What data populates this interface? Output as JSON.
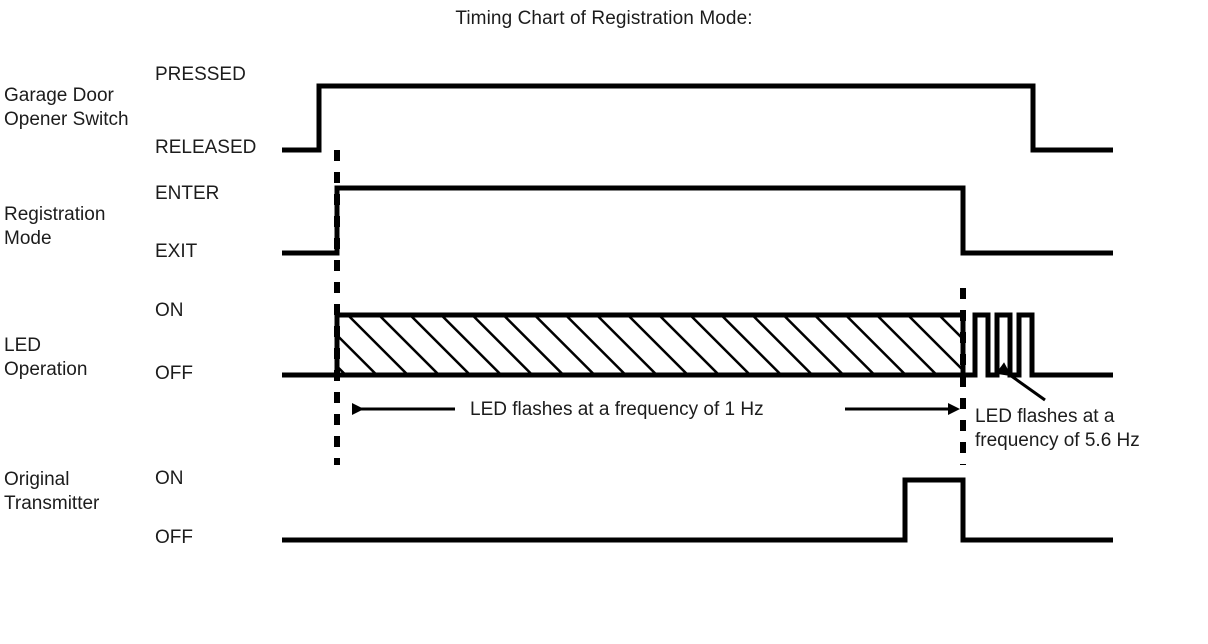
{
  "title": "Timing Chart of Registration Mode:",
  "rows": [
    {
      "name": "garage-door-opener-switch",
      "label": "Garage Door\nOpener Switch",
      "high_state": "PRESSED",
      "low_state": "RELEASED"
    },
    {
      "name": "registration-mode",
      "label": "Registration\nMode",
      "high_state": "ENTER",
      "low_state": "EXIT"
    },
    {
      "name": "led-operation",
      "label": "LED\nOperation",
      "high_state": "ON",
      "low_state": "OFF"
    },
    {
      "name": "original-transmitter",
      "label": "Original\nTransmitter",
      "high_state": "ON",
      "low_state": "OFF"
    }
  ],
  "annotations": {
    "slow_flash": "LED flashes at a frequency of 1 Hz",
    "fast_flash": "LED flashes at a\nfrequency of 5.6 Hz"
  },
  "colors": {
    "line": "#000000",
    "text": "#1c1c1c",
    "background": "#ffffff"
  },
  "chart_data": {
    "type": "line",
    "title": "Timing Chart of Registration Mode:",
    "xlabel": "",
    "ylabel": "",
    "grid": false,
    "legend": "none",
    "xlim": [
      282,
      1113
    ],
    "markers": [
      {
        "name": "registration-enter-marker",
        "x": 337,
        "style": "dashed",
        "y0": 150,
        "y1": 465
      },
      {
        "name": "registration-exit-marker",
        "x": 963,
        "style": "dashed",
        "y0": 288,
        "y1": 465
      }
    ],
    "series": [
      {
        "name": "Garage Door Opener Switch",
        "states": [
          "RELEASED",
          "PRESSED"
        ],
        "baseline_start": 282,
        "end": 1113,
        "transitions": [
          {
            "x": 319,
            "to": "PRESSED"
          },
          {
            "x": 1033,
            "to": "RELEASED"
          }
        ]
      },
      {
        "name": "Registration Mode",
        "states": [
          "EXIT",
          "ENTER"
        ],
        "baseline_start": 282,
        "end": 1113,
        "transitions": [
          {
            "x": 337,
            "to": "ENTER"
          },
          {
            "x": 963,
            "to": "EXIT"
          }
        ]
      },
      {
        "name": "LED Operation",
        "states": [
          "OFF",
          "ON"
        ],
        "baseline_start": 282,
        "end": 1113,
        "hatched_block": {
          "x0": 337,
          "x1": 963,
          "fill": "diagonal-hatch",
          "frequency_hz": 1
        },
        "pulses": [
          {
            "x0": 975,
            "x1": 988
          },
          {
            "x0": 997,
            "x1": 1010
          },
          {
            "x0": 1019,
            "x1": 1032
          }
        ],
        "pulse_frequency_hz": 5.6
      },
      {
        "name": "Original Transmitter",
        "states": [
          "OFF",
          "ON"
        ],
        "baseline_start": 282,
        "end": 1113,
        "transitions": [
          {
            "x": 905,
            "to": "ON"
          },
          {
            "x": 963,
            "to": "OFF"
          }
        ]
      }
    ],
    "measure_arrow": {
      "name": "one-hz-span",
      "x0": 337,
      "x1": 963,
      "y": 409,
      "label": "LED flashes at a frequency of 1 Hz"
    }
  }
}
